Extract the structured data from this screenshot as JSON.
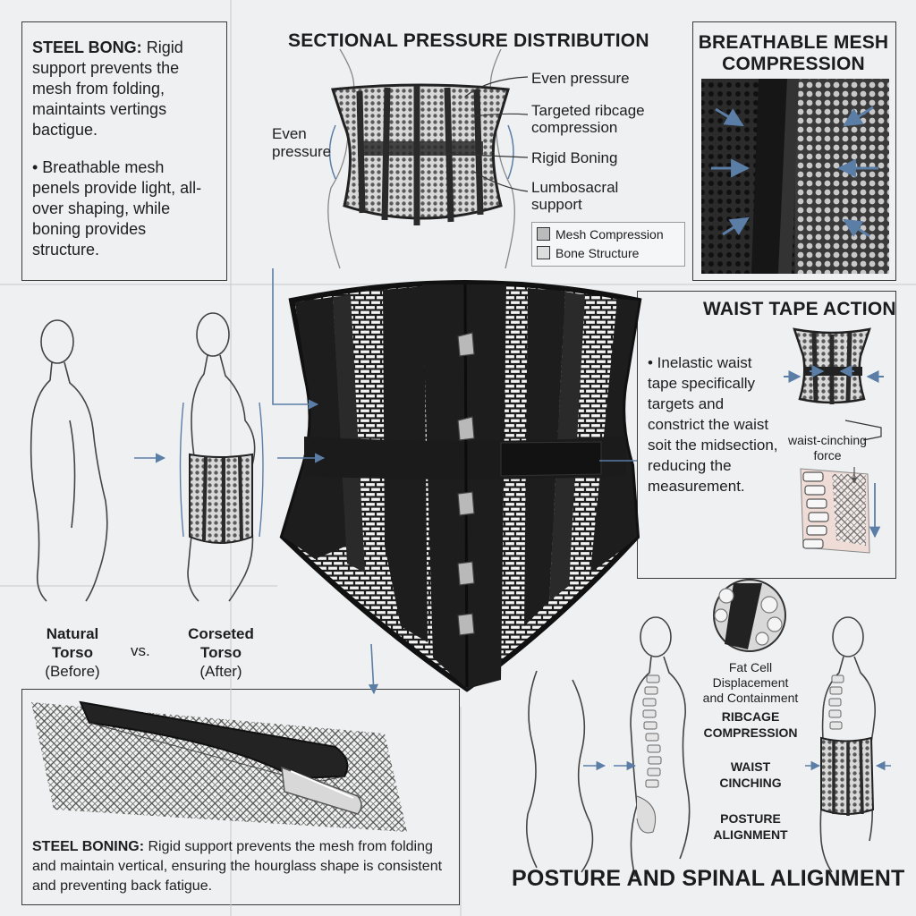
{
  "steel_bong_panel": {
    "title": "STEEL BONG:",
    "text_1": "Rigid support prevents the mesh from folding, maintaints vertings bactigue.",
    "bullet": "• Breathable mesh penels provide light, all-over shaping, while boning provides structure."
  },
  "sectional": {
    "title": "SECTIONAL PRESSURE DISTRIBUTION",
    "left_label_line1": "Even",
    "left_label_line2": "pressure",
    "labels": [
      "Even pressure",
      "Targeted ribcage",
      "compression",
      "Rigid Boning",
      "Lumbosacral",
      "support"
    ],
    "legend_mesh": "Mesh Compression",
    "legend_bone": "Bone Structure"
  },
  "breathable": {
    "title_line1": "BREATHABLE MESH",
    "title_line2": "COMPRESSION"
  },
  "waist_tape": {
    "title": "WAIST TAPE ACTION",
    "text": "• Inelastic waist tape specifically targets and constrict the waist soit the midsection, reducing the measurement.",
    "force_line1": "waist-cinching",
    "force_line2": "force"
  },
  "torso_compare": {
    "natural_line1": "Natural",
    "natural_line2": "Torso",
    "natural_line3": "(Before)",
    "vs": "vs.",
    "corseted_line1": "Corseted",
    "corseted_line2": "Torso",
    "corseted_line3": "(After)"
  },
  "steel_boning_bottom": {
    "title": "STEEL BONING:",
    "text": "Rigid support prevents the mesh from folding and maintain vertical, ensuring the hourglass shape is consistent and preventing back fatigue."
  },
  "posture": {
    "fat_line1": "Fat Cell Displacement",
    "fat_line2": "and Containment",
    "ribcage_line1": "RIBCAGE",
    "ribcage_line2": "COMPRESSION",
    "waist_line1": "WAIST",
    "waist_line2": "CINCHING",
    "posture_line1": "POSTURE",
    "posture_line2": "ALIGNMENT",
    "title": "POSTURE AND SPINAL ALIGNMENT"
  },
  "colors": {
    "accent_arrow": "#5b7ea6",
    "corset_black": "#1f1f1f",
    "mesh_grey": "#8a8a8a"
  }
}
